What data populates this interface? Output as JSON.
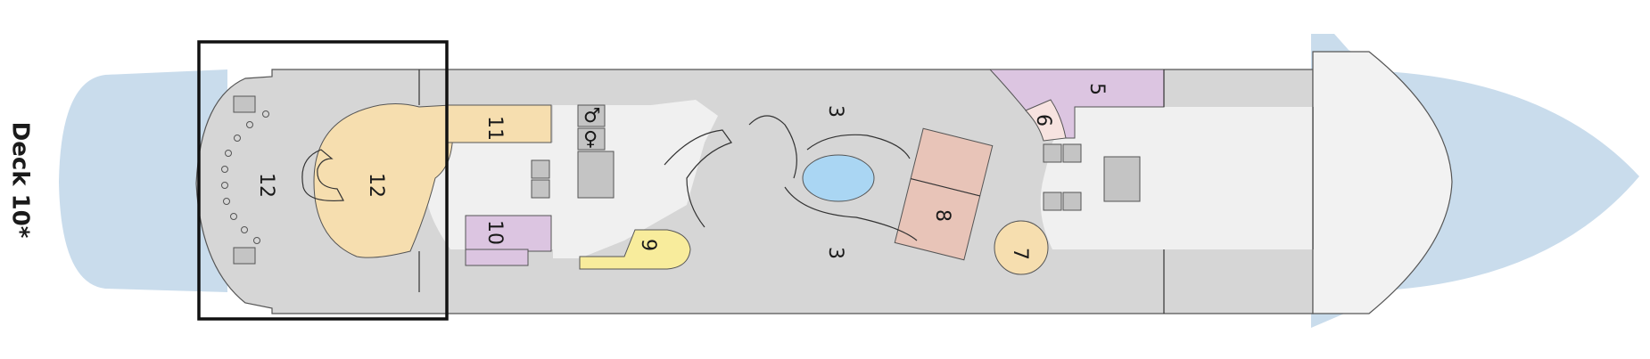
{
  "deck": {
    "label": "Deck 10*"
  },
  "colors": {
    "water": "#c9dcec",
    "deck": "#d6d6d6",
    "interior": "#f0f0f0",
    "peach": "#f6deaf",
    "lilac": "#dcc5e1",
    "salmon": "#e8c4b8",
    "light_pink": "#f7e3e0",
    "yellow": "#f8ec9c",
    "pool": "#aad6f3",
    "stairs": "#c4c4c4",
    "frame": "#111111"
  },
  "areas": [
    {
      "id": "area-3-top",
      "label": "3"
    },
    {
      "id": "area-3-bottom",
      "label": "3"
    },
    {
      "id": "area-5",
      "label": "5"
    },
    {
      "id": "area-6",
      "label": "6"
    },
    {
      "id": "area-7",
      "label": "7"
    },
    {
      "id": "area-8",
      "label": "8"
    },
    {
      "id": "area-9",
      "label": "9"
    },
    {
      "id": "area-10",
      "label": "10"
    },
    {
      "id": "area-11",
      "label": "11"
    },
    {
      "id": "area-12-deck",
      "label": "12"
    },
    {
      "id": "area-12-lounge",
      "label": "12"
    }
  ],
  "facilities": {
    "restroom_male": "♂",
    "restroom_female": "♀"
  }
}
